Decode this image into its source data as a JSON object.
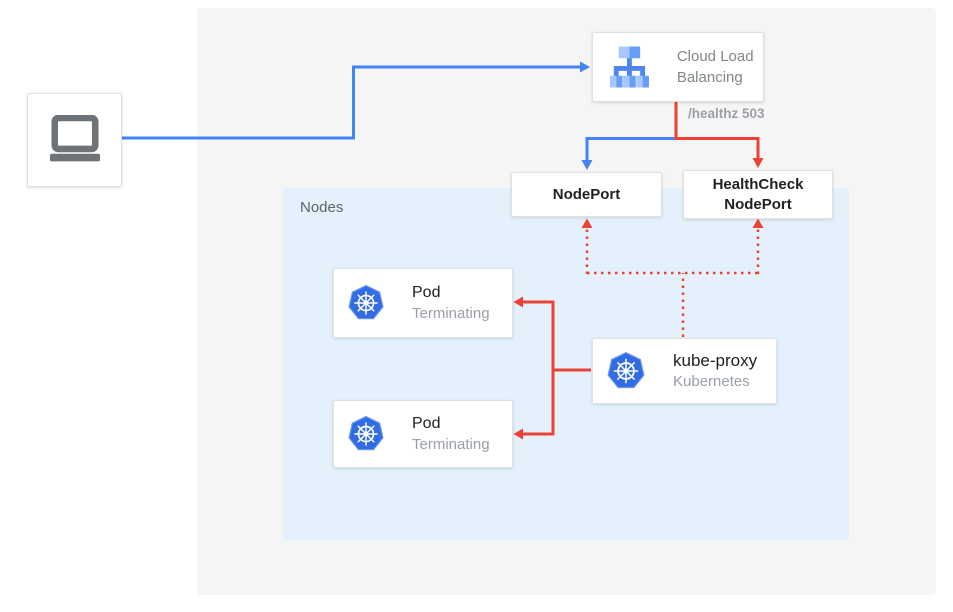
{
  "colors": {
    "blue": "#4284f4",
    "red": "#ea4335",
    "panel-gray": "#f5f5f6",
    "panel-blue": "#e4f1fc",
    "k8s-blue": "#326ce5",
    "text-dark": "#202124",
    "text-gray": "#80868b",
    "text-light": "#9aa0a6",
    "icon-gray": "#6e7377"
  },
  "diagram": {
    "client": {
      "icon": "laptop-icon"
    },
    "cloud_load_balancing": {
      "label": "Cloud Load Balancing",
      "icon": "cloud-load-balancing-icon"
    },
    "healthz_label": "/healthz 503",
    "nodes_panel": {
      "label": "Nodes"
    },
    "nodeport": {
      "label": "NodePort"
    },
    "healthcheck_nodeport": {
      "label": "HealthCheck NodePort"
    },
    "pods": [
      {
        "title": "Pod",
        "subtitle": "Terminating",
        "icon": "kubernetes-icon"
      },
      {
        "title": "Pod",
        "subtitle": "Terminating",
        "icon": "kubernetes-icon"
      }
    ],
    "kube_proxy": {
      "title": "kube-proxy",
      "subtitle": "Kubernetes",
      "icon": "kubernetes-icon"
    },
    "edges": [
      {
        "from": "client",
        "to": "cloud-load-balancing",
        "color": "blue",
        "style": "solid"
      },
      {
        "from": "cloud-load-balancing",
        "to": "nodeport",
        "color": "blue",
        "style": "solid"
      },
      {
        "from": "cloud-load-balancing",
        "to": "healthcheck-nodeport",
        "color": "red",
        "style": "solid",
        "label": "/healthz 503"
      },
      {
        "from": "kube-proxy",
        "to": "nodeport",
        "color": "red",
        "style": "dotted"
      },
      {
        "from": "kube-proxy",
        "to": "healthcheck-nodeport",
        "color": "red",
        "style": "dotted"
      },
      {
        "from": "kube-proxy",
        "to": "pod-1",
        "color": "red",
        "style": "solid"
      },
      {
        "from": "kube-proxy",
        "to": "pod-2",
        "color": "red",
        "style": "solid"
      }
    ]
  }
}
